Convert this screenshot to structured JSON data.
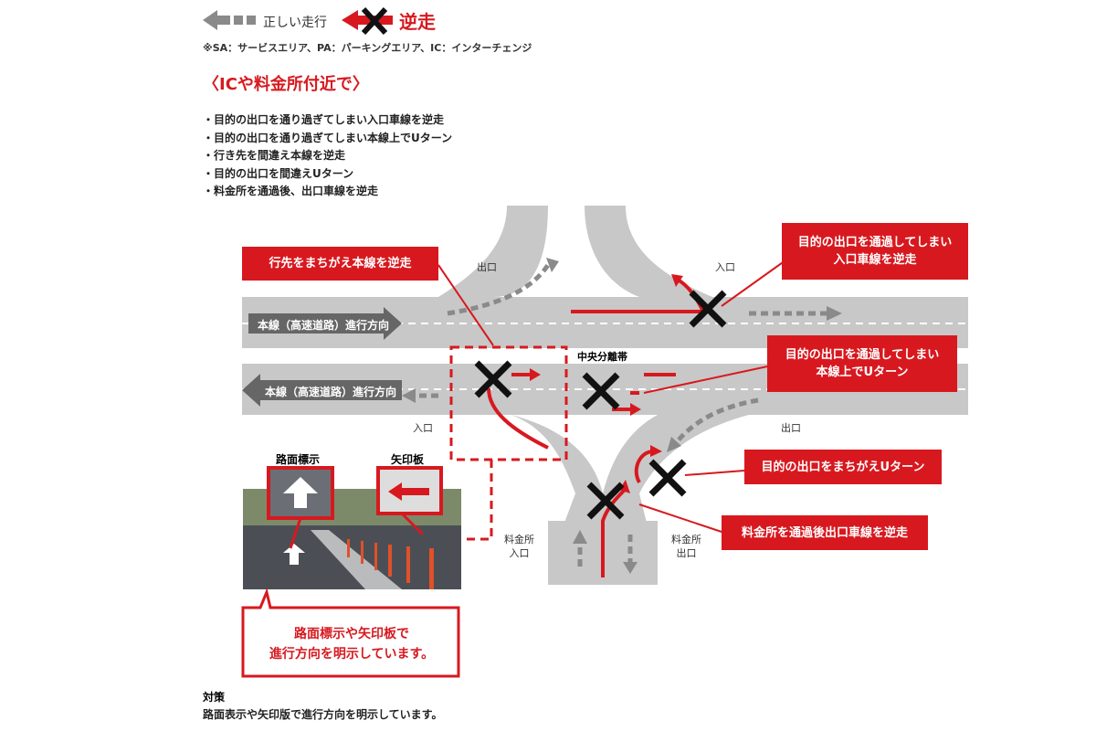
{
  "legend": {
    "correct": "正しい走行",
    "wrong": "逆走"
  },
  "note": "※SA：サービスエリア、PA：パーキングエリア、IC：インターチェンジ",
  "heading": "〈ICや料金所付近で〉",
  "bullets": [
    "・目的の出口を通り過ぎてしまい入口車線を逆走",
    "・目的の出口を通り過ぎてしまい本線上でUターン",
    "・行き先を間違え本線を逆走",
    "・目的の出口を間違えUターン",
    "・料金所を通過後、出口車線を逆走"
  ],
  "diagram": {
    "mainline_upper": "本線（高速道路）進行方向",
    "mainline_lower": "本線（高速道路）進行方向",
    "exit_top": "出口",
    "entrance_top": "入口",
    "entrance_left": "入口",
    "exit_right": "出口",
    "median": "中央分離帯",
    "toll_entrance": [
      "料金所",
      "入口"
    ],
    "toll_exit": [
      "料金所",
      "出口"
    ],
    "callouts": [
      "行先をまちがえ本線を逆走",
      [
        "目的の出口を通過してしまい",
        "入口車線を逆走"
      ],
      [
        "目的の出口を通過してしまい",
        "本線上でUターン"
      ],
      "目的の出口をまちがえUターン",
      "料金所を通過後出口車線を逆走"
    ],
    "photo_labels": {
      "road_marking": "路面標示",
      "arrow_board": "矢印板"
    },
    "photo_callout": [
      "路面標示や矢印板で",
      "進行方向を明示しています。"
    ]
  },
  "measures": {
    "title": "対策",
    "text": "路面表示や矢印版で進行方向を明示しています。"
  },
  "colors": {
    "red": "#d7191f",
    "road": "#c8c8c8",
    "arrow_gray": "#8a8a8a"
  }
}
